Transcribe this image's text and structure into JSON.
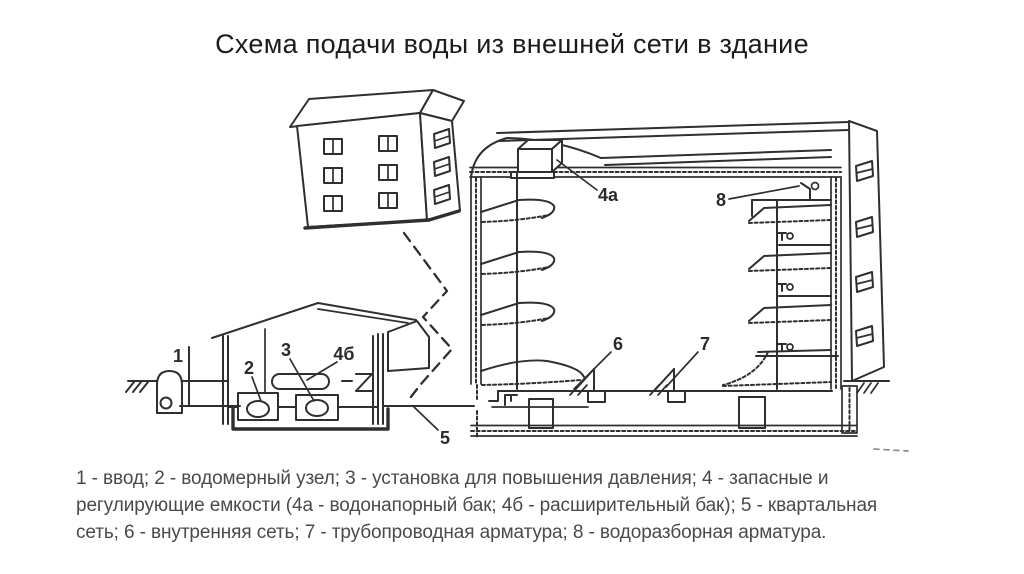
{
  "title": "Схема подачи воды из внешней сети в здание",
  "caption": {
    "lines": [
      "1 - ввод; 2 - водомерный узел; 3 - установка для повышения давления; 4 - запасные и",
      "регулирующие емкости (4а - водонапорный бак; 4б - расширительный бак); 5 - квартальная",
      "сеть; 6 - внутренняя сеть; 7 - трубопроводная арматура; 8 - водоразборная арматура."
    ]
  },
  "diagram": {
    "labels": {
      "inlet": "1",
      "meter": "2",
      "booster": "3",
      "roof_tank": "4а",
      "expansion_tank": "4б",
      "quarter_network": "5",
      "internal_network": "6",
      "pipe_valve": "7",
      "tap": "8"
    },
    "colors": {
      "ink": "#2f2f2f",
      "title_text": "#1c1c1c",
      "caption_text": "#4a4a4a",
      "background": "#ffffff"
    }
  }
}
